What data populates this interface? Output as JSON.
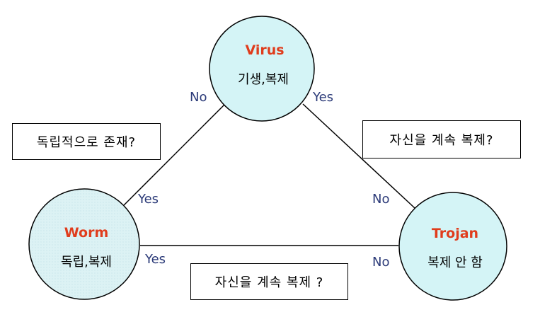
{
  "colors": {
    "circle_fill": "#d4f4f6",
    "worm_fill": "#dcf2f4",
    "title_red": "#e03c1c",
    "label_blue": "#2b3a78",
    "line": "#000000"
  },
  "nodes": {
    "virus": {
      "title": "Virus",
      "subtitle": "기생,복제"
    },
    "worm": {
      "title": "Worm",
      "subtitle": "독립,복제"
    },
    "trojan": {
      "title": "Trojan",
      "subtitle": "복제 안 함"
    }
  },
  "questions": {
    "left": "독립적으로 존재?",
    "right": "자신을 계속 복제?",
    "bottom": "자신을 계속 복제 ?"
  },
  "edge_labels": {
    "virus_left": "No",
    "virus_right": "Yes",
    "worm_top": "Yes",
    "trojan_top": "No",
    "worm_bottom": "Yes",
    "trojan_bottom": "No"
  }
}
